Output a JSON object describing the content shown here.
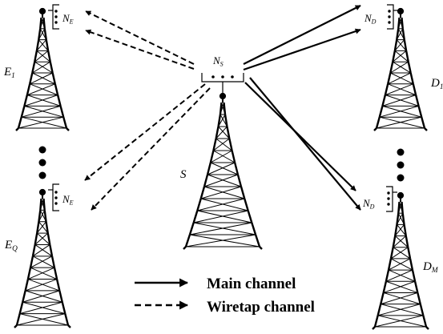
{
  "nodes": {
    "source": {
      "label": "S",
      "antenna": "N_S"
    },
    "eve_first": {
      "label": "E_1",
      "antenna": "N_E"
    },
    "eve_last": {
      "label": "E_Q",
      "antenna": "N_E"
    },
    "dest_first": {
      "label": "D_1",
      "antenna": "N_D"
    },
    "dest_last": {
      "label": "D_M",
      "antenna": "N_D"
    }
  },
  "legend": {
    "main": "Main channel",
    "wiretap": "Wiretap channel"
  },
  "colors": {
    "ink": "#000000",
    "background": "#ffffff"
  },
  "icons": [
    "tower-icon",
    "antenna-array-icon",
    "ellipsis-dots-icon"
  ]
}
